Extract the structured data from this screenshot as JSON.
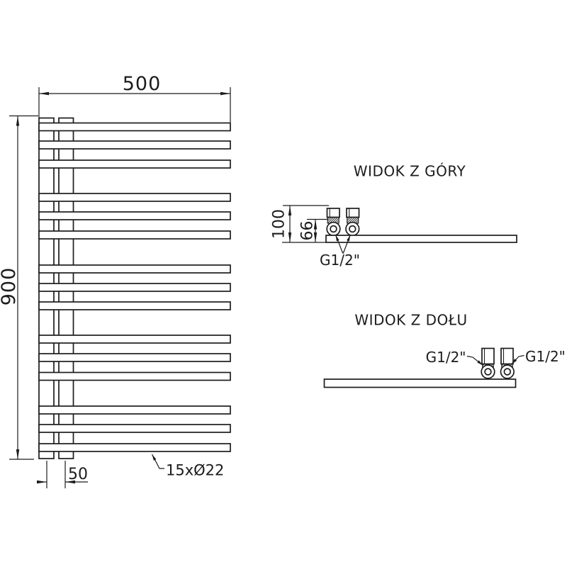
{
  "drawing": {
    "ink_color": "#1c1c1c",
    "background_color": "#ffffff",
    "front_view": {
      "width_dim": "500",
      "height_dim": "900",
      "collector_spacing_dim": "50",
      "tubes_label": "15xØ22"
    },
    "top_view": {
      "title": "WIDOK Z GÓRY",
      "depth_dim": "100",
      "pipe_axis_dim": "66",
      "thread_label": "G1/2\""
    },
    "bottom_view": {
      "title": "WIDOK Z DOŁU",
      "thread_label_left": "G1/2\"",
      "thread_label_right": "G1/2\""
    }
  }
}
